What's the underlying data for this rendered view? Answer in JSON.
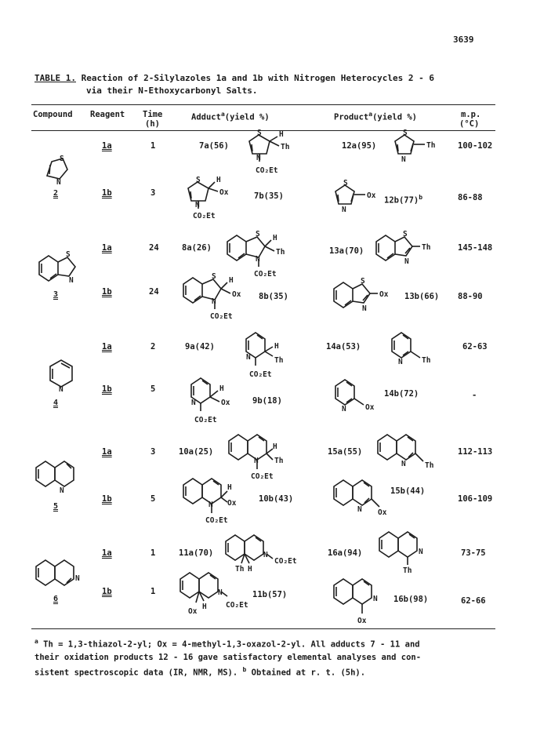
{
  "page_number": "3639",
  "caption": {
    "label": "TABLE 1.",
    "text_line1": "Reaction of 2-Silylazoles 1a and 1b with Nitrogen Heterocycles 2 - 6",
    "text_line2": "via their N-Ethoxycarbonyl Salts."
  },
  "headers": {
    "compound": "Compound",
    "reagent": "Reagent",
    "time": "Time",
    "time_unit": "(h)",
    "adduct": "Adduct",
    "adduct_tail": "(yield %)",
    "product": "Product",
    "product_tail": "(yield %)",
    "mp": "m.p.",
    "mp_unit": "(°C)",
    "note_a": "a"
  },
  "compounds": [
    "2",
    "3",
    "4",
    "5",
    "6"
  ],
  "rows": [
    {
      "reagent": "1a",
      "time": "1",
      "adduct": "7a(56)",
      "product": "12a(95)",
      "mp": "100-102"
    },
    {
      "reagent": "1b",
      "time": "3",
      "adduct": "7b(35)",
      "product": "12b(77)",
      "product_note": "b",
      "mp": "86-88"
    },
    {
      "reagent": "1a",
      "time": "24",
      "adduct": "8a(26)",
      "product": "13a(70)",
      "mp": "145-148"
    },
    {
      "reagent": "1b",
      "time": "24",
      "adduct": "8b(35)",
      "product": "13b(66)",
      "mp": "88-90"
    },
    {
      "reagent": "1a",
      "time": "2",
      "adduct": "9a(42)",
      "product": "14a(53)",
      "mp": "62-63"
    },
    {
      "reagent": "1b",
      "time": "5",
      "adduct": "9b(18)",
      "product": "14b(72)",
      "mp": "-"
    },
    {
      "reagent": "1a",
      "time": "3",
      "adduct": "10a(25)",
      "product": "15a(55)",
      "mp": "112-113"
    },
    {
      "reagent": "1b",
      "time": "5",
      "adduct": "10b(43)",
      "product": "15b(44)",
      "mp": "106-109"
    },
    {
      "reagent": "1a",
      "time": "1",
      "adduct": "11a(70)",
      "product": "16a(94)",
      "mp": "73-75"
    },
    {
      "reagent": "1b",
      "time": "1",
      "adduct": "11b(57)",
      "product": "16b(98)",
      "mp": "62-66"
    }
  ],
  "atoms": {
    "S": "S",
    "N": "N",
    "H": "H",
    "Th": "Th",
    "Ox": "Ox",
    "CO2Et": "CO₂Et"
  },
  "footnote": {
    "a_mark": "a",
    "line1": "Th = 1,3-thiazol-2-yl; Ox = 4-methyl-1,3-oxazol-2-yl. All adducts 7 - 11 and",
    "line2": "their oxidation products 12 - 16 gave satisfactory elemental analyses and con-",
    "line3a": "sistent spectroscopic data (IR, NMR, MS).",
    "b_mark": "b",
    "line3b": "Obtained at r. t. (5h)."
  }
}
